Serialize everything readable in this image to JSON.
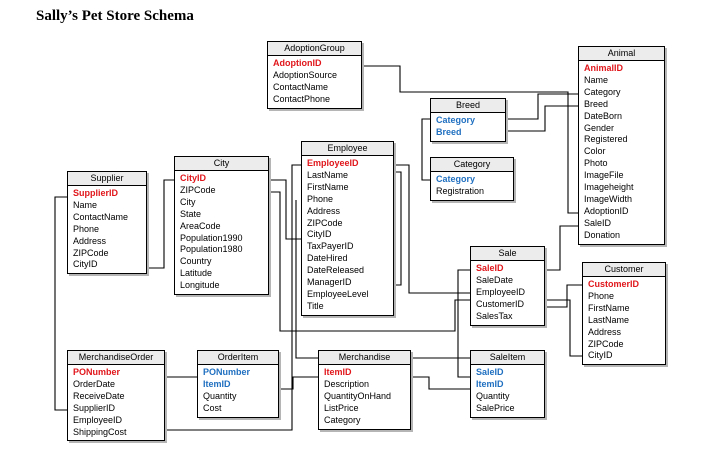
{
  "title": "Sally’s Pet Store Schema",
  "colors": {
    "primary_key": "#e0161b",
    "key_blue": "#1f6fc0",
    "header_bg": "#ececec",
    "line": "#000000"
  },
  "tables": {
    "adoptiongroup": {
      "name": "AdoptionGroup",
      "fields": [
        {
          "text": "AdoptionID",
          "style": "pk"
        },
        {
          "text": "AdoptionSource"
        },
        {
          "text": "ContactName"
        },
        {
          "text": "ContactPhone"
        }
      ]
    },
    "animal": {
      "name": "Animal",
      "fields": [
        {
          "text": "AnimalID",
          "style": "pk"
        },
        {
          "text": "Name"
        },
        {
          "text": "Category"
        },
        {
          "text": "Breed"
        },
        {
          "text": "DateBorn"
        },
        {
          "text": "Gender"
        },
        {
          "text": "Registered"
        },
        {
          "text": "Color"
        },
        {
          "text": "Photo"
        },
        {
          "text": "ImageFile"
        },
        {
          "text": "Imageheight"
        },
        {
          "text": "ImageWidth"
        },
        {
          "text": "AdoptionID"
        },
        {
          "text": "SaleID"
        },
        {
          "text": "Donation"
        }
      ]
    },
    "breed": {
      "name": "Breed",
      "fields": [
        {
          "text": "Category",
          "style": "fk"
        },
        {
          "text": "Breed",
          "style": "fk"
        }
      ]
    },
    "category": {
      "name": "Category",
      "fields": [
        {
          "text": "Category",
          "style": "fk"
        },
        {
          "text": "Registration"
        }
      ]
    },
    "supplier": {
      "name": "Supplier",
      "fields": [
        {
          "text": "SupplierID",
          "style": "pk"
        },
        {
          "text": "Name"
        },
        {
          "text": "ContactName"
        },
        {
          "text": "Phone"
        },
        {
          "text": "Address"
        },
        {
          "text": "ZIPCode"
        },
        {
          "text": "CityID"
        }
      ]
    },
    "city": {
      "name": "City",
      "fields": [
        {
          "text": "CityID",
          "style": "pk"
        },
        {
          "text": "ZIPCode"
        },
        {
          "text": "City"
        },
        {
          "text": "State"
        },
        {
          "text": "AreaCode"
        },
        {
          "text": "Population1990"
        },
        {
          "text": "Population1980"
        },
        {
          "text": "Country"
        },
        {
          "text": "Latitude"
        },
        {
          "text": "Longitude"
        }
      ]
    },
    "employee": {
      "name": "Employee",
      "fields": [
        {
          "text": "EmployeeID",
          "style": "pk"
        },
        {
          "text": "LastName"
        },
        {
          "text": "FirstName"
        },
        {
          "text": "Phone"
        },
        {
          "text": "Address"
        },
        {
          "text": "ZIPCode"
        },
        {
          "text": "CityID"
        },
        {
          "text": "TaxPayerID"
        },
        {
          "text": "DateHired"
        },
        {
          "text": "DateReleased"
        },
        {
          "text": "ManagerID"
        },
        {
          "text": "EmployeeLevel"
        },
        {
          "text": "Title"
        }
      ]
    },
    "sale": {
      "name": "Sale",
      "fields": [
        {
          "text": "SaleID",
          "style": "pk"
        },
        {
          "text": "SaleDate"
        },
        {
          "text": "EmployeeID"
        },
        {
          "text": "CustomerID"
        },
        {
          "text": "SalesTax"
        }
      ]
    },
    "customer": {
      "name": "Customer",
      "fields": [
        {
          "text": "CustomerID",
          "style": "pk"
        },
        {
          "text": "Phone"
        },
        {
          "text": "FirstName"
        },
        {
          "text": "LastName"
        },
        {
          "text": "Address"
        },
        {
          "text": "ZIPCode"
        },
        {
          "text": "CityID"
        }
      ]
    },
    "merchandiseorder": {
      "name": "MerchandiseOrder",
      "fields": [
        {
          "text": "PONumber",
          "style": "pk"
        },
        {
          "text": "OrderDate"
        },
        {
          "text": "ReceiveDate"
        },
        {
          "text": "SupplierID"
        },
        {
          "text": "EmployeeID"
        },
        {
          "text": "ShippingCost"
        }
      ]
    },
    "orderitem": {
      "name": "OrderItem",
      "fields": [
        {
          "text": "PONumber",
          "style": "fk"
        },
        {
          "text": "ItemID",
          "style": "fk"
        },
        {
          "text": "Quantity"
        },
        {
          "text": "Cost"
        }
      ]
    },
    "merchandise": {
      "name": "Merchandise",
      "fields": [
        {
          "text": "ItemID",
          "style": "pk"
        },
        {
          "text": "Description"
        },
        {
          "text": "QuantityOnHand"
        },
        {
          "text": "ListPrice"
        },
        {
          "text": "Category"
        }
      ]
    },
    "saleitem": {
      "name": "SaleItem",
      "fields": [
        {
          "text": "SaleID",
          "style": "fk"
        },
        {
          "text": "ItemID",
          "style": "fk"
        },
        {
          "text": "Quantity"
        },
        {
          "text": "SalePrice"
        }
      ]
    }
  }
}
